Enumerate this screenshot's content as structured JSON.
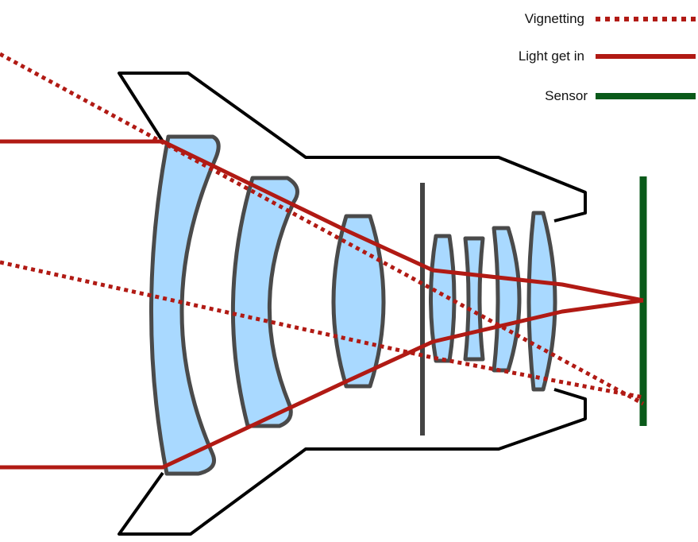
{
  "legend": {
    "vignetting": "Vignetting",
    "light": "Light get in",
    "sensor": "Sensor"
  },
  "colors": {
    "ray": "#b11a14",
    "sensor": "#0a5a1a",
    "lens_fill": "#a9d9ff",
    "lens_stroke": "#4a4a4a",
    "barrel": "#000000",
    "aperture": "#444444"
  }
}
